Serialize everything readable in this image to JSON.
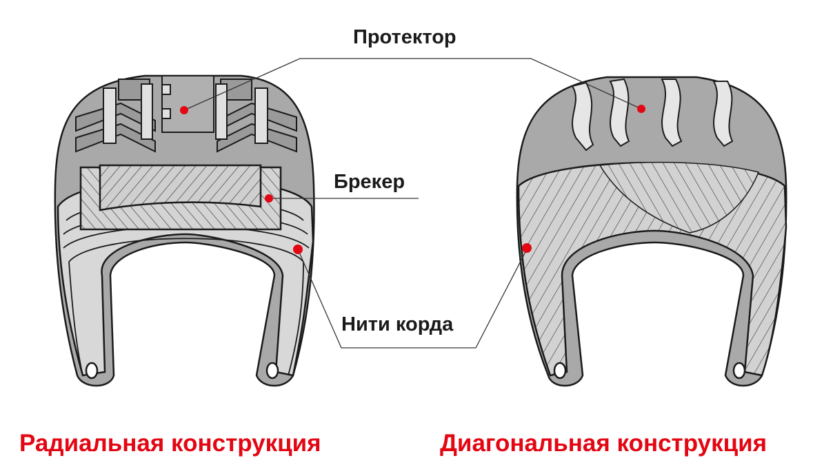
{
  "labels": {
    "tread": "Протектор",
    "breaker": "Брекер",
    "cord": "Нити корда"
  },
  "captions": {
    "radial": "Радиальная конструкция",
    "diagonal": "Диагональная конструкция"
  },
  "colors": {
    "accent": "#e30613",
    "tire_dark": "#a9a9a9",
    "tire_light": "#d8d8d8",
    "outline": "#1a1a1a"
  }
}
